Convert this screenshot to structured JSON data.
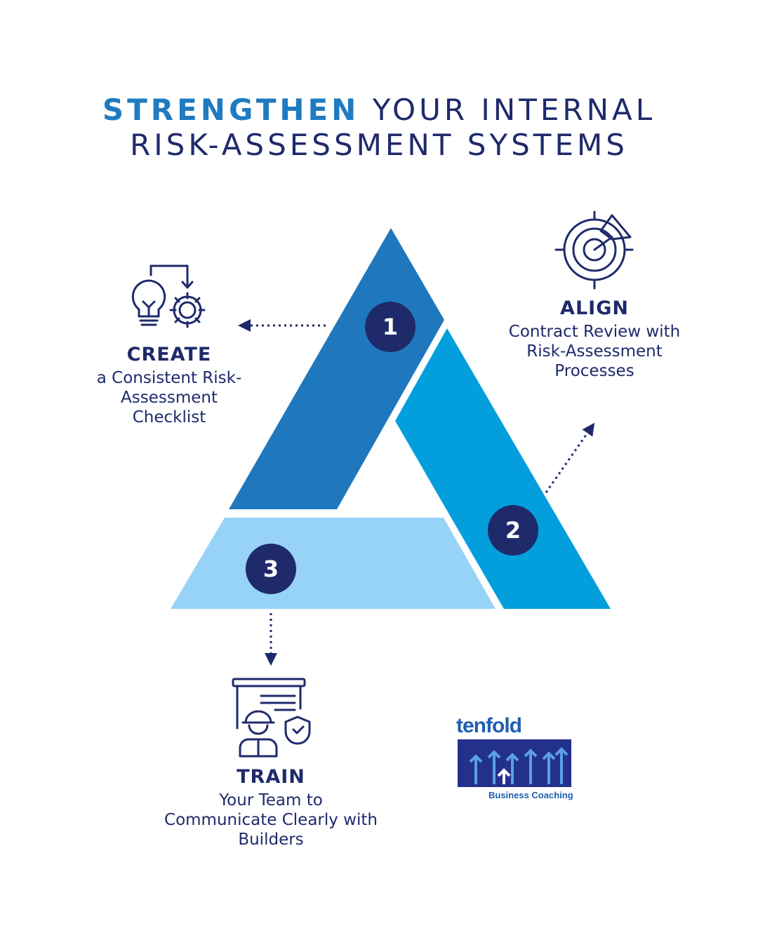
{
  "title": {
    "strong": "STRENGTHEN",
    "rest": "YOUR INTERNAL",
    "line2": "RISK-ASSESSMENT SYSTEMS"
  },
  "steps": [
    {
      "number": "1",
      "head": "CREATE",
      "desc": "a Consistent Risk-Assessment Checklist",
      "icon": "idea-gear-icon"
    },
    {
      "number": "2",
      "head": "ALIGN",
      "desc": "Contract Review with Risk-Assessment Processes",
      "icon": "target-icon"
    },
    {
      "number": "3",
      "head": "TRAIN",
      "desc": "Your Team to Communicate Clearly with Builders",
      "icon": "worker-training-icon"
    }
  ],
  "logo": {
    "word": "tenfold",
    "tagline": "Business Coaching"
  },
  "colors": {
    "navy": "#1f2a6b",
    "segment1": "#1f78bd",
    "segment2": "#039fdd",
    "segment3": "#97d2f7",
    "badge": "#1f2a6b"
  }
}
